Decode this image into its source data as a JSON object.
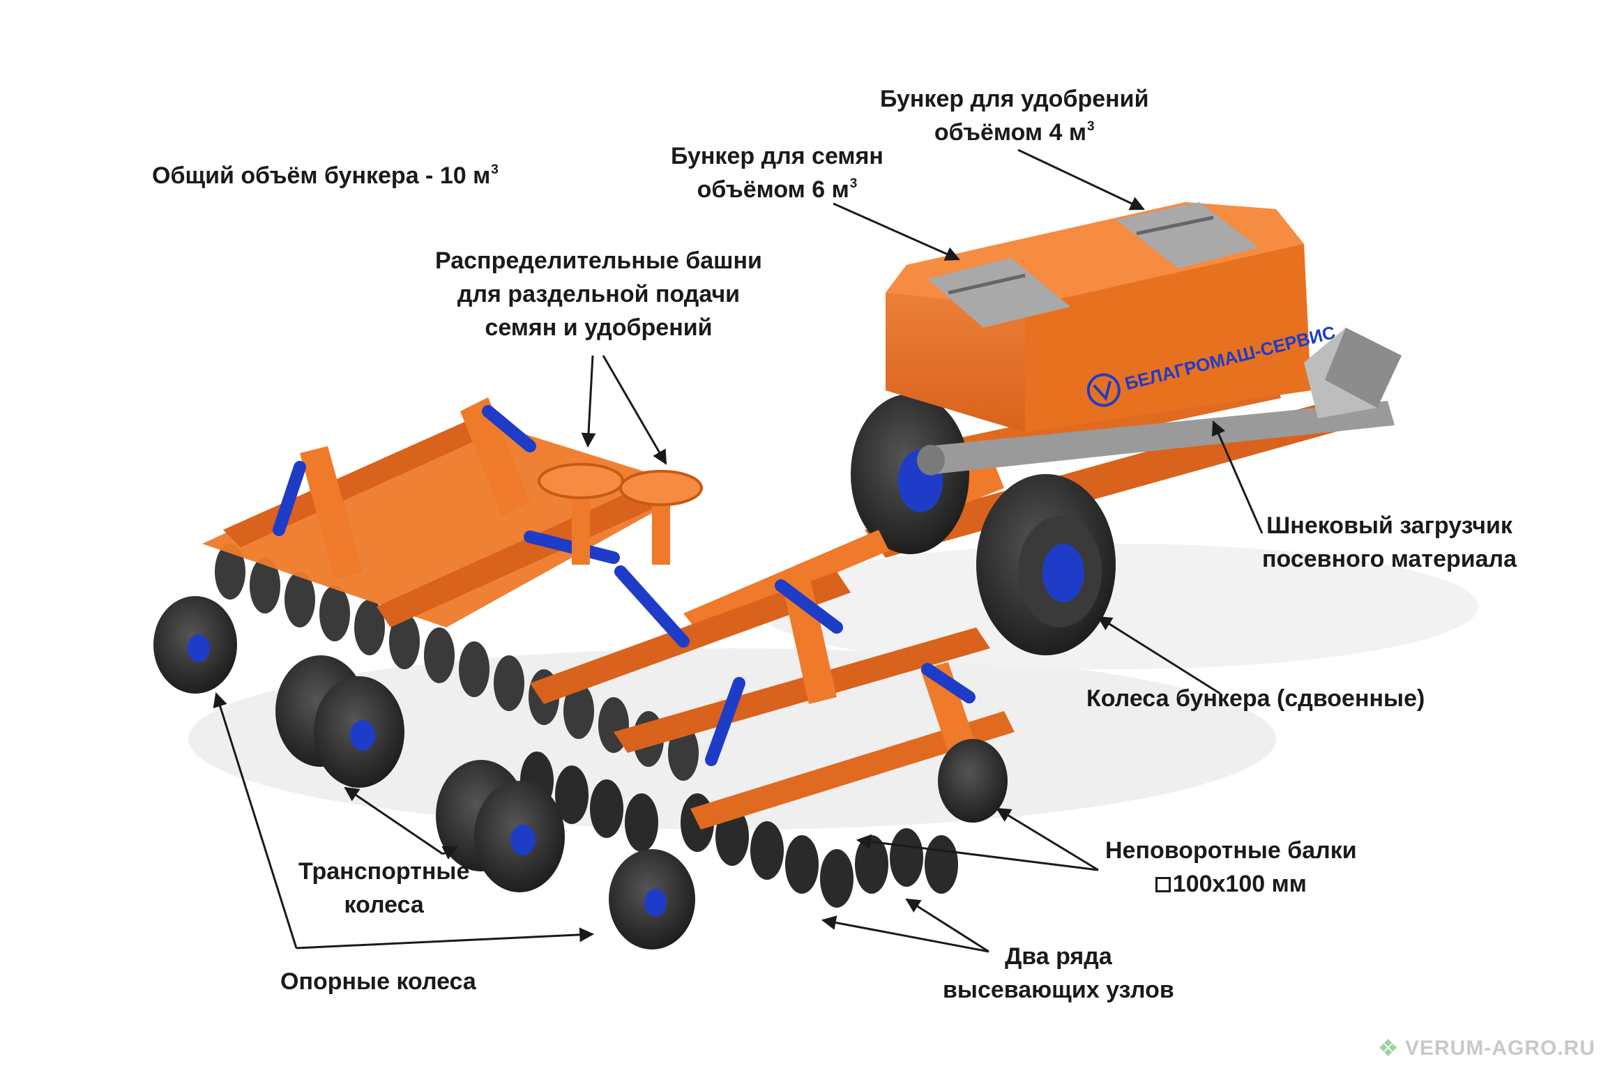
{
  "labels": {
    "total_volume": {
      "text": "Общий объём бункера - 10 м",
      "sup": "3"
    },
    "fert_hopper": {
      "line1": "Бункер для удобрений",
      "line2": "объёмом  4 м",
      "sup": "3"
    },
    "seed_hopper": {
      "line1": "Бункер для семян",
      "line2": "объёмом  6 м",
      "sup": "3"
    },
    "towers": {
      "line1": "Распределительные башни",
      "line2": "для раздельной подачи",
      "line3": "семян и удобрений"
    },
    "auger": {
      "line1": "Шнековый загрузчик",
      "line2": "посевного материала"
    },
    "hopper_wheels": {
      "text": "Колеса бункера (сдвоенные)"
    },
    "beams": {
      "line1": "Неповоротные балки",
      "line2": "100х100 мм"
    },
    "transport_wheels": {
      "line1": "Транспортные",
      "line2": "колеса"
    },
    "support_wheels": {
      "text": "Опорные колеса"
    },
    "seeding_rows": {
      "line1": "Два ряда",
      "line2": "высевающих узлов"
    }
  },
  "hopper_logo": {
    "brand": "БЕЛАГРОМАШ-СЕРВИС"
  },
  "watermark": {
    "text": "VERUM-AGRO.RU",
    "icon": "leaf-logo-icon"
  },
  "colors": {
    "body": "#ee7a2a",
    "dark_orange": "#c85a14",
    "hydraulic": "#1f3cc8",
    "tire": "#2c2c2c",
    "steel": "#9a9a9a",
    "text": "#1a1a1a"
  }
}
